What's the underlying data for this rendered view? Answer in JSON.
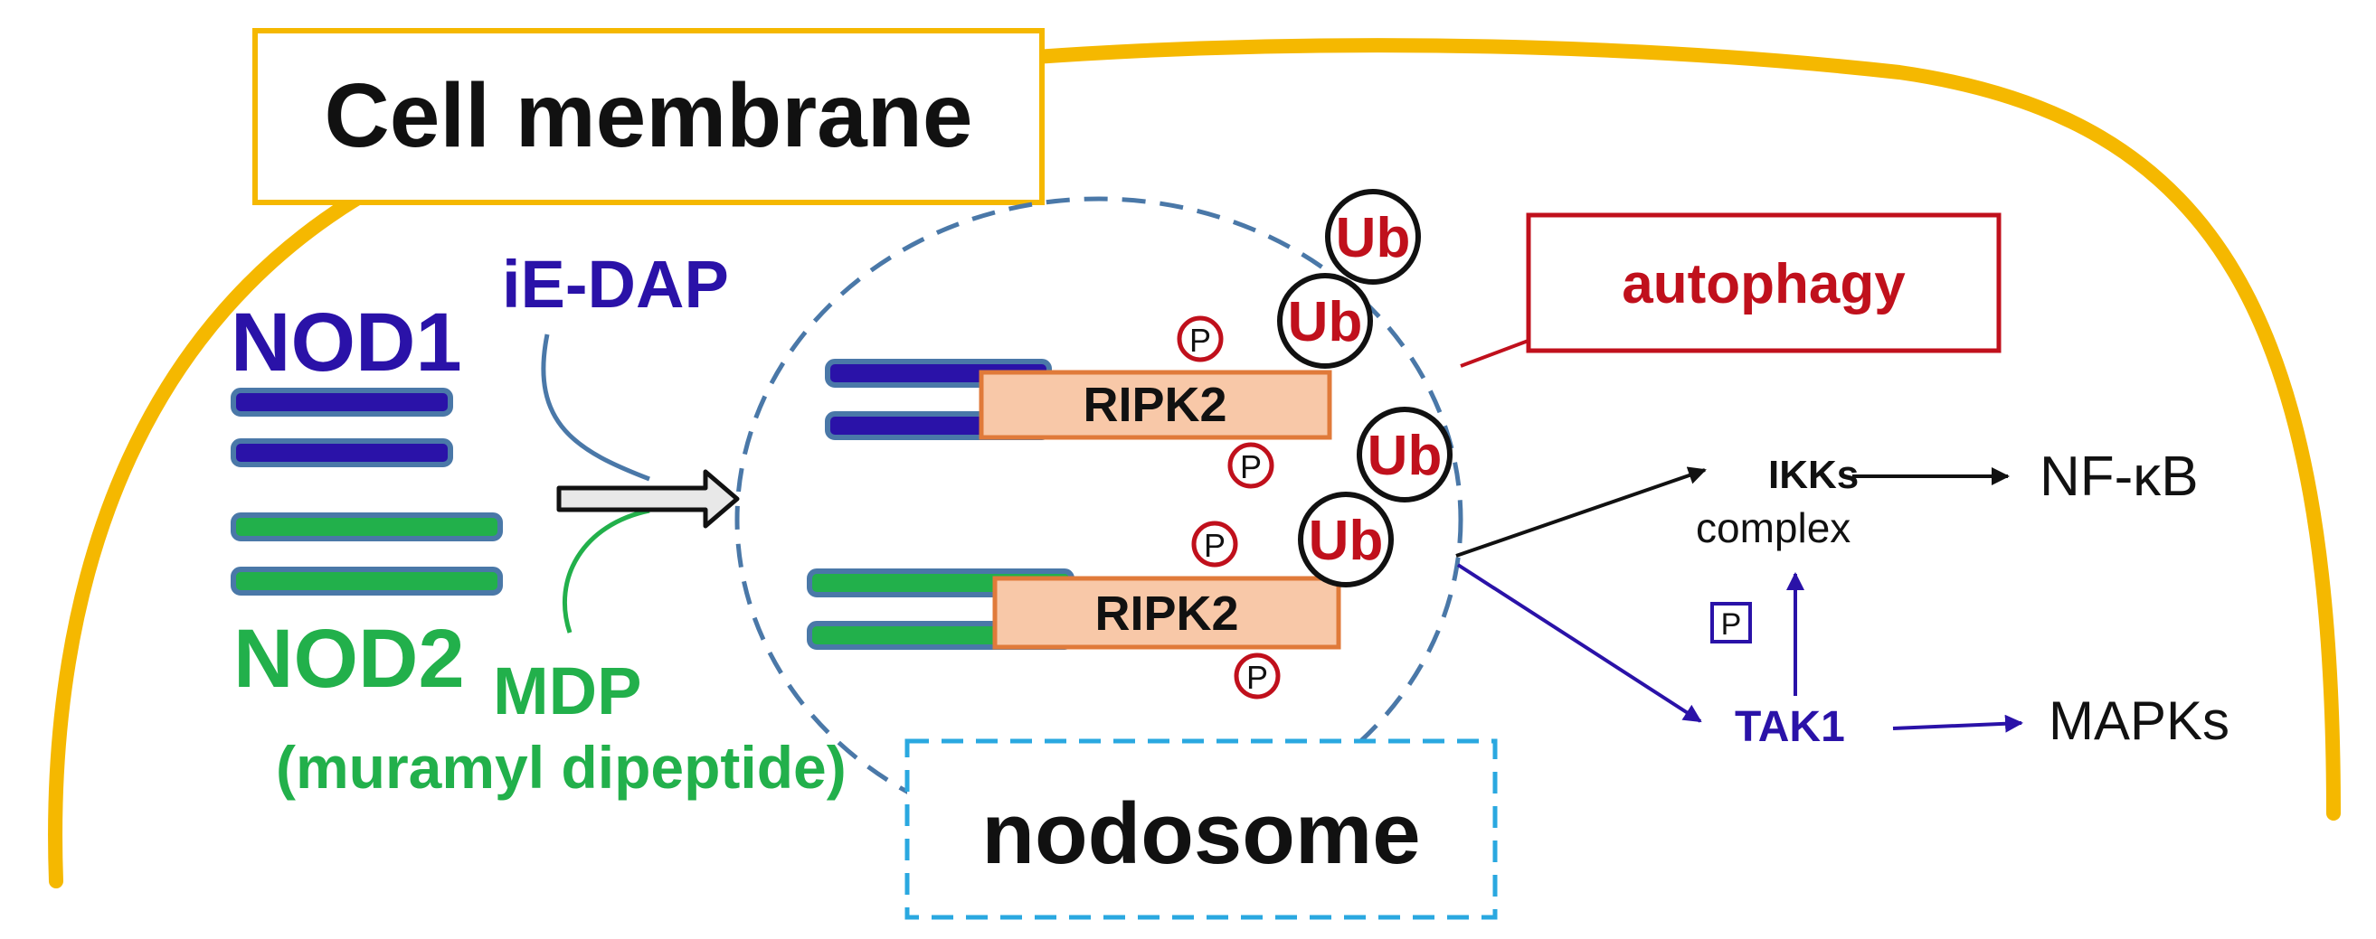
{
  "title_box": {
    "label": "Cell membrane"
  },
  "labels": {
    "nod1": "NOD1",
    "nod2": "NOD2",
    "ie_dap": "iE-DAP",
    "mdp": "MDP",
    "mdp_full": "(muramyl dipeptide)",
    "nodosome": "nodosome",
    "ripk2": "RIPK2",
    "ub": "Ub",
    "p": "P",
    "autophagy": "autophagy",
    "ikks": "IKKs",
    "complex": "complex",
    "nfkb": "NF-κB",
    "tak1": "TAK1",
    "mapks": "MAPKs"
  },
  "colors": {
    "membrane": "#f5b800",
    "nod1": "#2a12a8",
    "nod2": "#22b04b",
    "bar_outline": "#4a78a8",
    "ripk2_fill": "#f8c8a8",
    "ripk2_stroke": "#e07a3a",
    "ub_red": "#c0101c",
    "autophagy": "#c0101c",
    "tak1": "#2a12a8",
    "nodosome_box": "#2aa8e0",
    "nodosome_circle": "#4a78a8"
  }
}
